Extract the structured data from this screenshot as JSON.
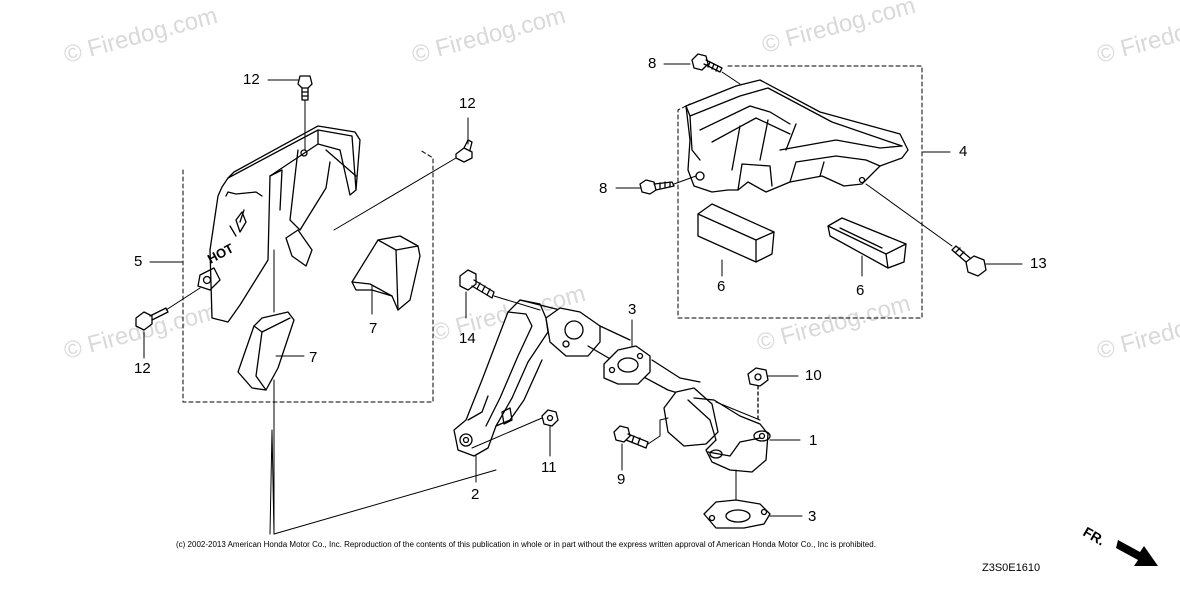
{
  "watermark": {
    "text": "© Firedog.com"
  },
  "callouts": {
    "c1": "1",
    "c2": "2",
    "c3a": "3",
    "c3b": "3",
    "c4": "4",
    "c5": "5",
    "c6a": "6",
    "c6b": "6",
    "c7a": "7",
    "c7b": "7",
    "c8a": "8",
    "c8b": "8",
    "c9": "9",
    "c10": "10",
    "c11": "11",
    "c12a": "12",
    "c12b": "12",
    "c12c": "12",
    "c13": "13",
    "c14": "14"
  },
  "labels": {
    "hot_stamp": "HOT"
  },
  "footer": {
    "copyright": "(c) 2002-2013 American Honda Motor Co., Inc. Reproduction of the contents of this publication in whole or in part without the express written approval of American Honda Motor Co., Inc is prohibited.",
    "diagram_code": "Z3S0E1610",
    "direction": "FR."
  },
  "colors": {
    "line": "#000000",
    "watermark": "#d9d9d9",
    "background": "#ffffff"
  }
}
